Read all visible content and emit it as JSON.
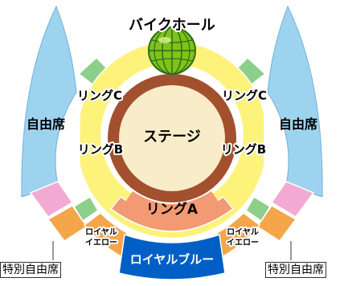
{
  "sections": {
    "bike_hall": "バイクホール",
    "ring_c_left": "リングC",
    "ring_c_right": "リングC",
    "stage": "ステージ",
    "free_left": "自由席",
    "free_right": "自由席",
    "ring_b_left": "リングB",
    "ring_b_right": "リングB",
    "ring_a": "リングA",
    "royal_yellow_left_1": "ロイヤル",
    "royal_yellow_left_2": "イエロー",
    "royal_yellow_right_1": "ロイヤル",
    "royal_yellow_right_2": "イエロー",
    "royal_blue": "ロイヤルブルー",
    "special_left": "特別自由席",
    "special_right": "特別自由席"
  },
  "colors": {
    "free_seat": "#9ed3f0",
    "ring_a": "#f29a73",
    "ring_b": "#fdf27a",
    "ring_c": "#8ccf8a",
    "stage": "#f8ecc9",
    "stage_ring": "#a2502d",
    "royal_blue": "#005fc4",
    "royal_yellow": "#f5a64a",
    "special_pink": "#f2aad2",
    "globe_green": "#7fc21a",
    "globe_grid": "#2b6e1a"
  }
}
